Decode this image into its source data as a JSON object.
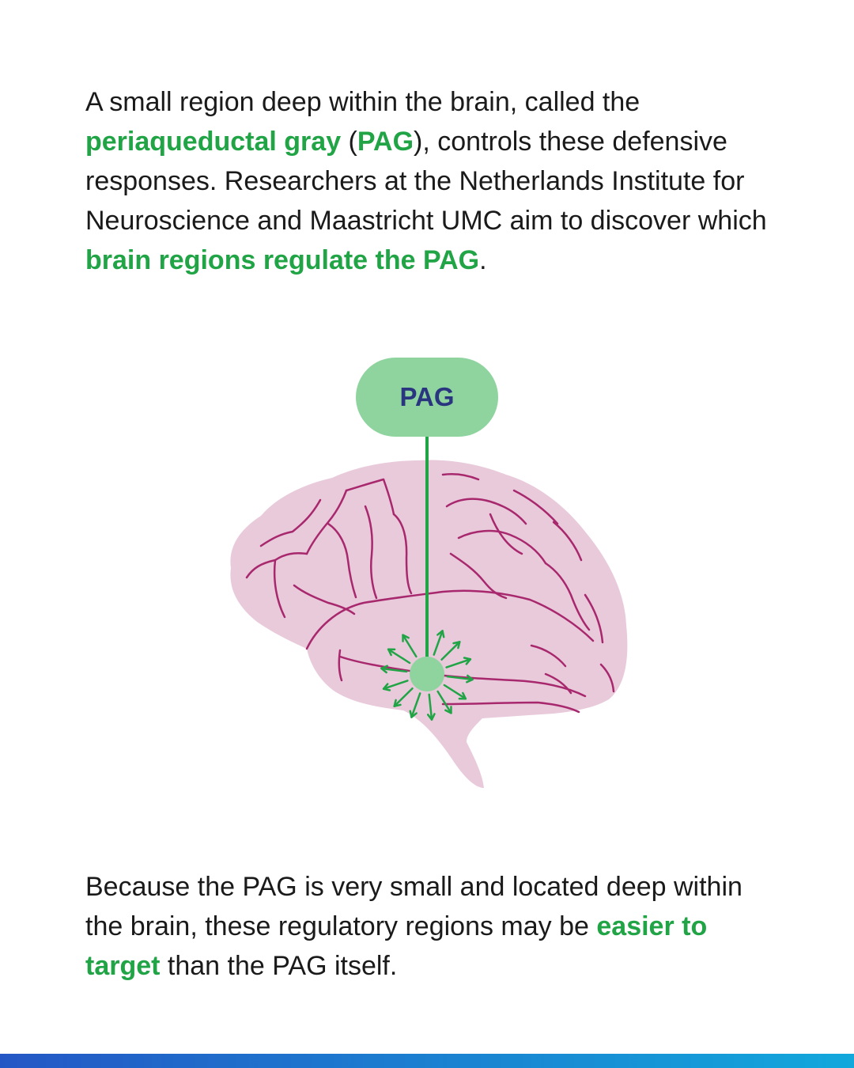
{
  "intro": {
    "t1": "A small region deep within the brain, called the ",
    "h1": "periaqueductal gray",
    "t2": " (",
    "h2": "PAG",
    "t3": "), controls these defensive responses. Researchers at the Netherlands Institute for Neuroscience and Maastricht UMC aim to discover which ",
    "h3": "brain regions regulate the PAG",
    "t4": "."
  },
  "figure": {
    "label": "PAG"
  },
  "outro": {
    "t1": "Because the PAG is very small and located deep within the brain, these regulatory regions may be ",
    "h1": "easier to target",
    "t2": " than the PAG itself."
  },
  "colors": {
    "highlight": "#21a446",
    "pill": "#8fd49f",
    "label": "#2a3580",
    "brain_fill": "#e9cadb",
    "brain_line": "#a8286e",
    "bar_start": "#2457c5",
    "bar_end": "#12a8dc"
  }
}
